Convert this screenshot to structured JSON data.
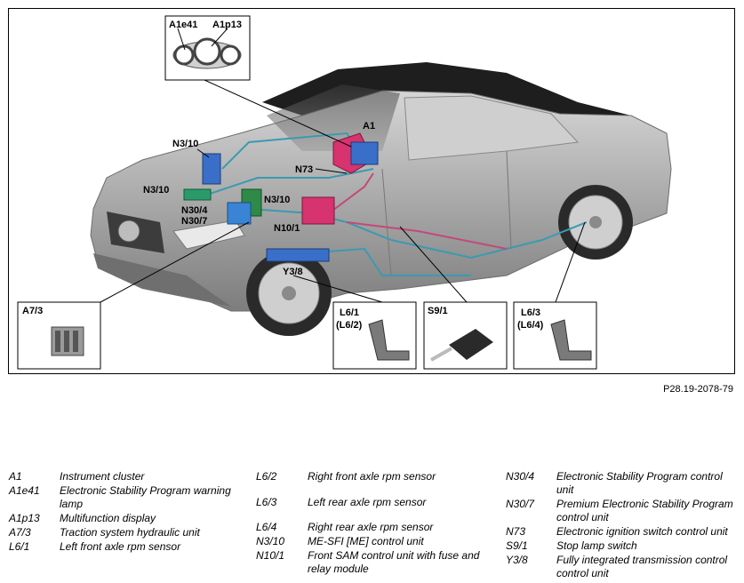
{
  "figure": {
    "labels": {
      "a1e41": "A1e41",
      "a1p13": "A1p13",
      "a1": "A1",
      "n3_10_top": "N3/10",
      "n3_10_left": "N3/10",
      "n3_10_right": "N3/10",
      "n73": "N73",
      "n30_4": "N30/4",
      "n30_7": "N30/7",
      "n10_1": "N10/1",
      "y3_8": "Y3/8",
      "a7_3": "A7/3",
      "l6_1": "L6/1",
      "l6_2": "(L6/2)",
      "s9_1": "S9/1",
      "l6_3": "L6/3",
      "l6_4": "(L6/4)"
    },
    "reference": "P28.19-2078-79"
  },
  "legend": {
    "columns": [
      [
        {
          "code": "A1",
          "desc": "Instrument cluster"
        },
        {
          "code": "A1e41",
          "desc": "Electronic Stability Program warning lamp"
        },
        {
          "code": "A1p13",
          "desc": "Multifunction display"
        },
        {
          "code": "A7/3",
          "desc": "Traction system hydraulic unit"
        },
        {
          "code": "L6/1",
          "desc": "Left front axle rpm sensor"
        }
      ],
      [
        {
          "code": "L6/2",
          "desc": "Right front axle rpm sensor"
        },
        {
          "code": "L6/3",
          "desc": "Left rear axle rpm sensor"
        },
        {
          "code": "L6/4",
          "desc": "Right rear axle rpm sensor"
        },
        {
          "code": "N3/10",
          "desc": "ME-SFI [ME] control unit"
        },
        {
          "code": "N10/1",
          "desc": "Front SAM control unit with fuse and relay module"
        }
      ],
      [
        {
          "code": "N30/4",
          "desc": "Electronic Stability Program control unit"
        },
        {
          "code": "N30/7",
          "desc": "Premium Electronic Stability Program control unit"
        },
        {
          "code": "N73",
          "desc": "Electronic ignition switch control unit"
        },
        {
          "code": "S9/1",
          "desc": "Stop lamp switch"
        },
        {
          "code": "Y3/8",
          "desc": "Fully integrated transmission control control unit"
        }
      ]
    ]
  }
}
